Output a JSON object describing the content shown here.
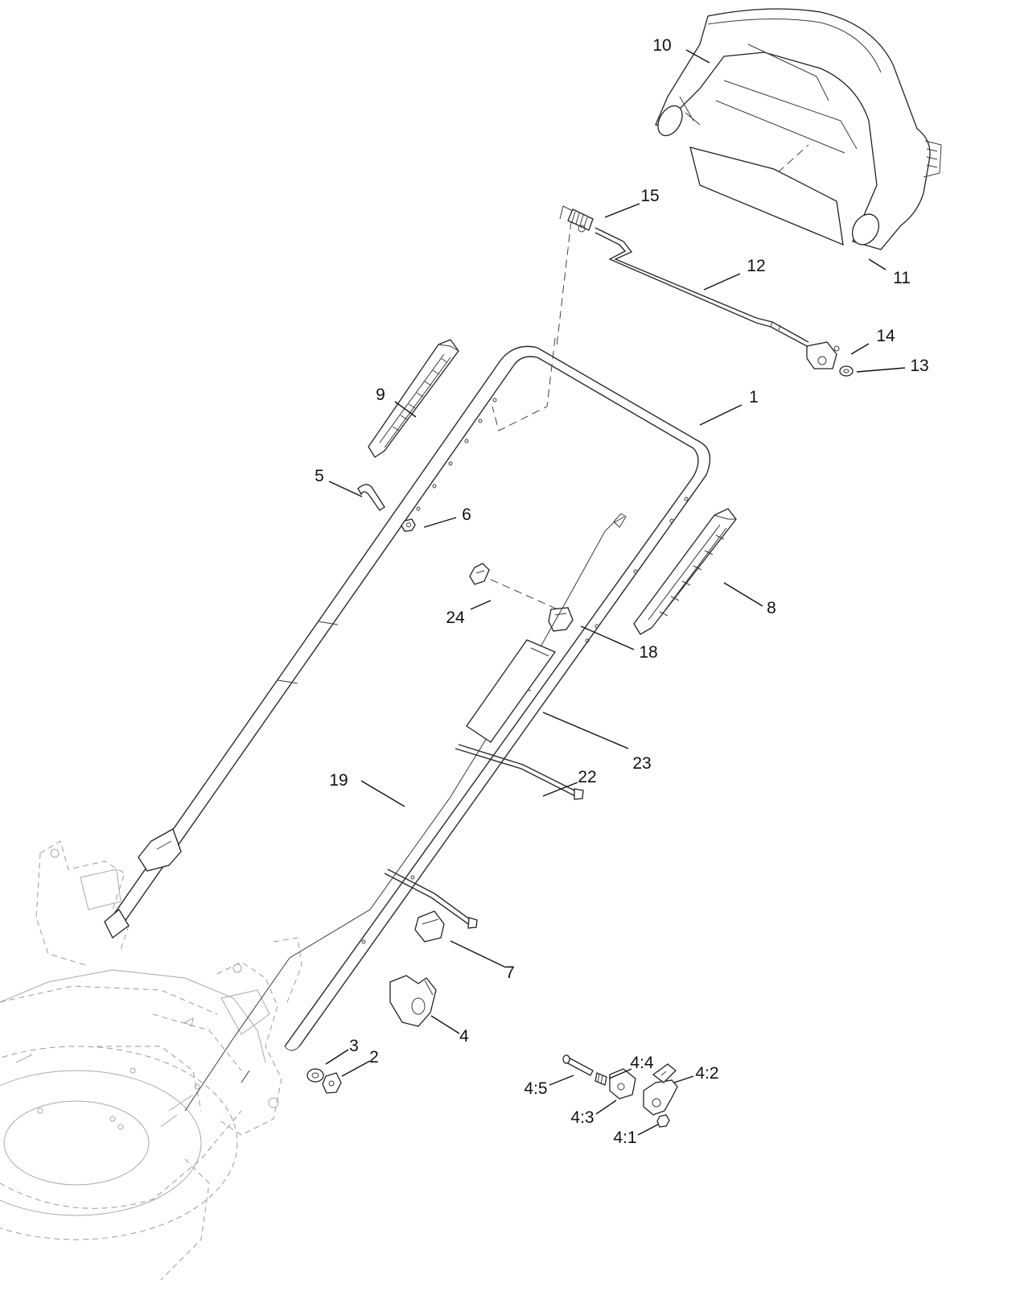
{
  "diagram": {
    "callouts": [
      {
        "id": "c10",
        "label": "10"
      },
      {
        "id": "c15",
        "label": "15"
      },
      {
        "id": "c12",
        "label": "12"
      },
      {
        "id": "c11",
        "label": "11"
      },
      {
        "id": "c14",
        "label": "14"
      },
      {
        "id": "c13",
        "label": "13"
      },
      {
        "id": "c9",
        "label": "9"
      },
      {
        "id": "c1",
        "label": "1"
      },
      {
        "id": "c5",
        "label": "5"
      },
      {
        "id": "c6",
        "label": "6"
      },
      {
        "id": "c8",
        "label": "8"
      },
      {
        "id": "c24",
        "label": "24"
      },
      {
        "id": "c18",
        "label": "18"
      },
      {
        "id": "c23",
        "label": "23"
      },
      {
        "id": "c19",
        "label": "19"
      },
      {
        "id": "c22",
        "label": "22"
      },
      {
        "id": "c7",
        "label": "7"
      },
      {
        "id": "c4",
        "label": "4"
      },
      {
        "id": "c3",
        "label": "3"
      },
      {
        "id": "c2",
        "label": "2"
      },
      {
        "id": "c4_4",
        "label": "4:4"
      },
      {
        "id": "c4_2",
        "label": "4:2"
      },
      {
        "id": "c4_5",
        "label": "4:5"
      },
      {
        "id": "c4_3",
        "label": "4:3"
      },
      {
        "id": "c4_1",
        "label": "4:1"
      }
    ]
  }
}
